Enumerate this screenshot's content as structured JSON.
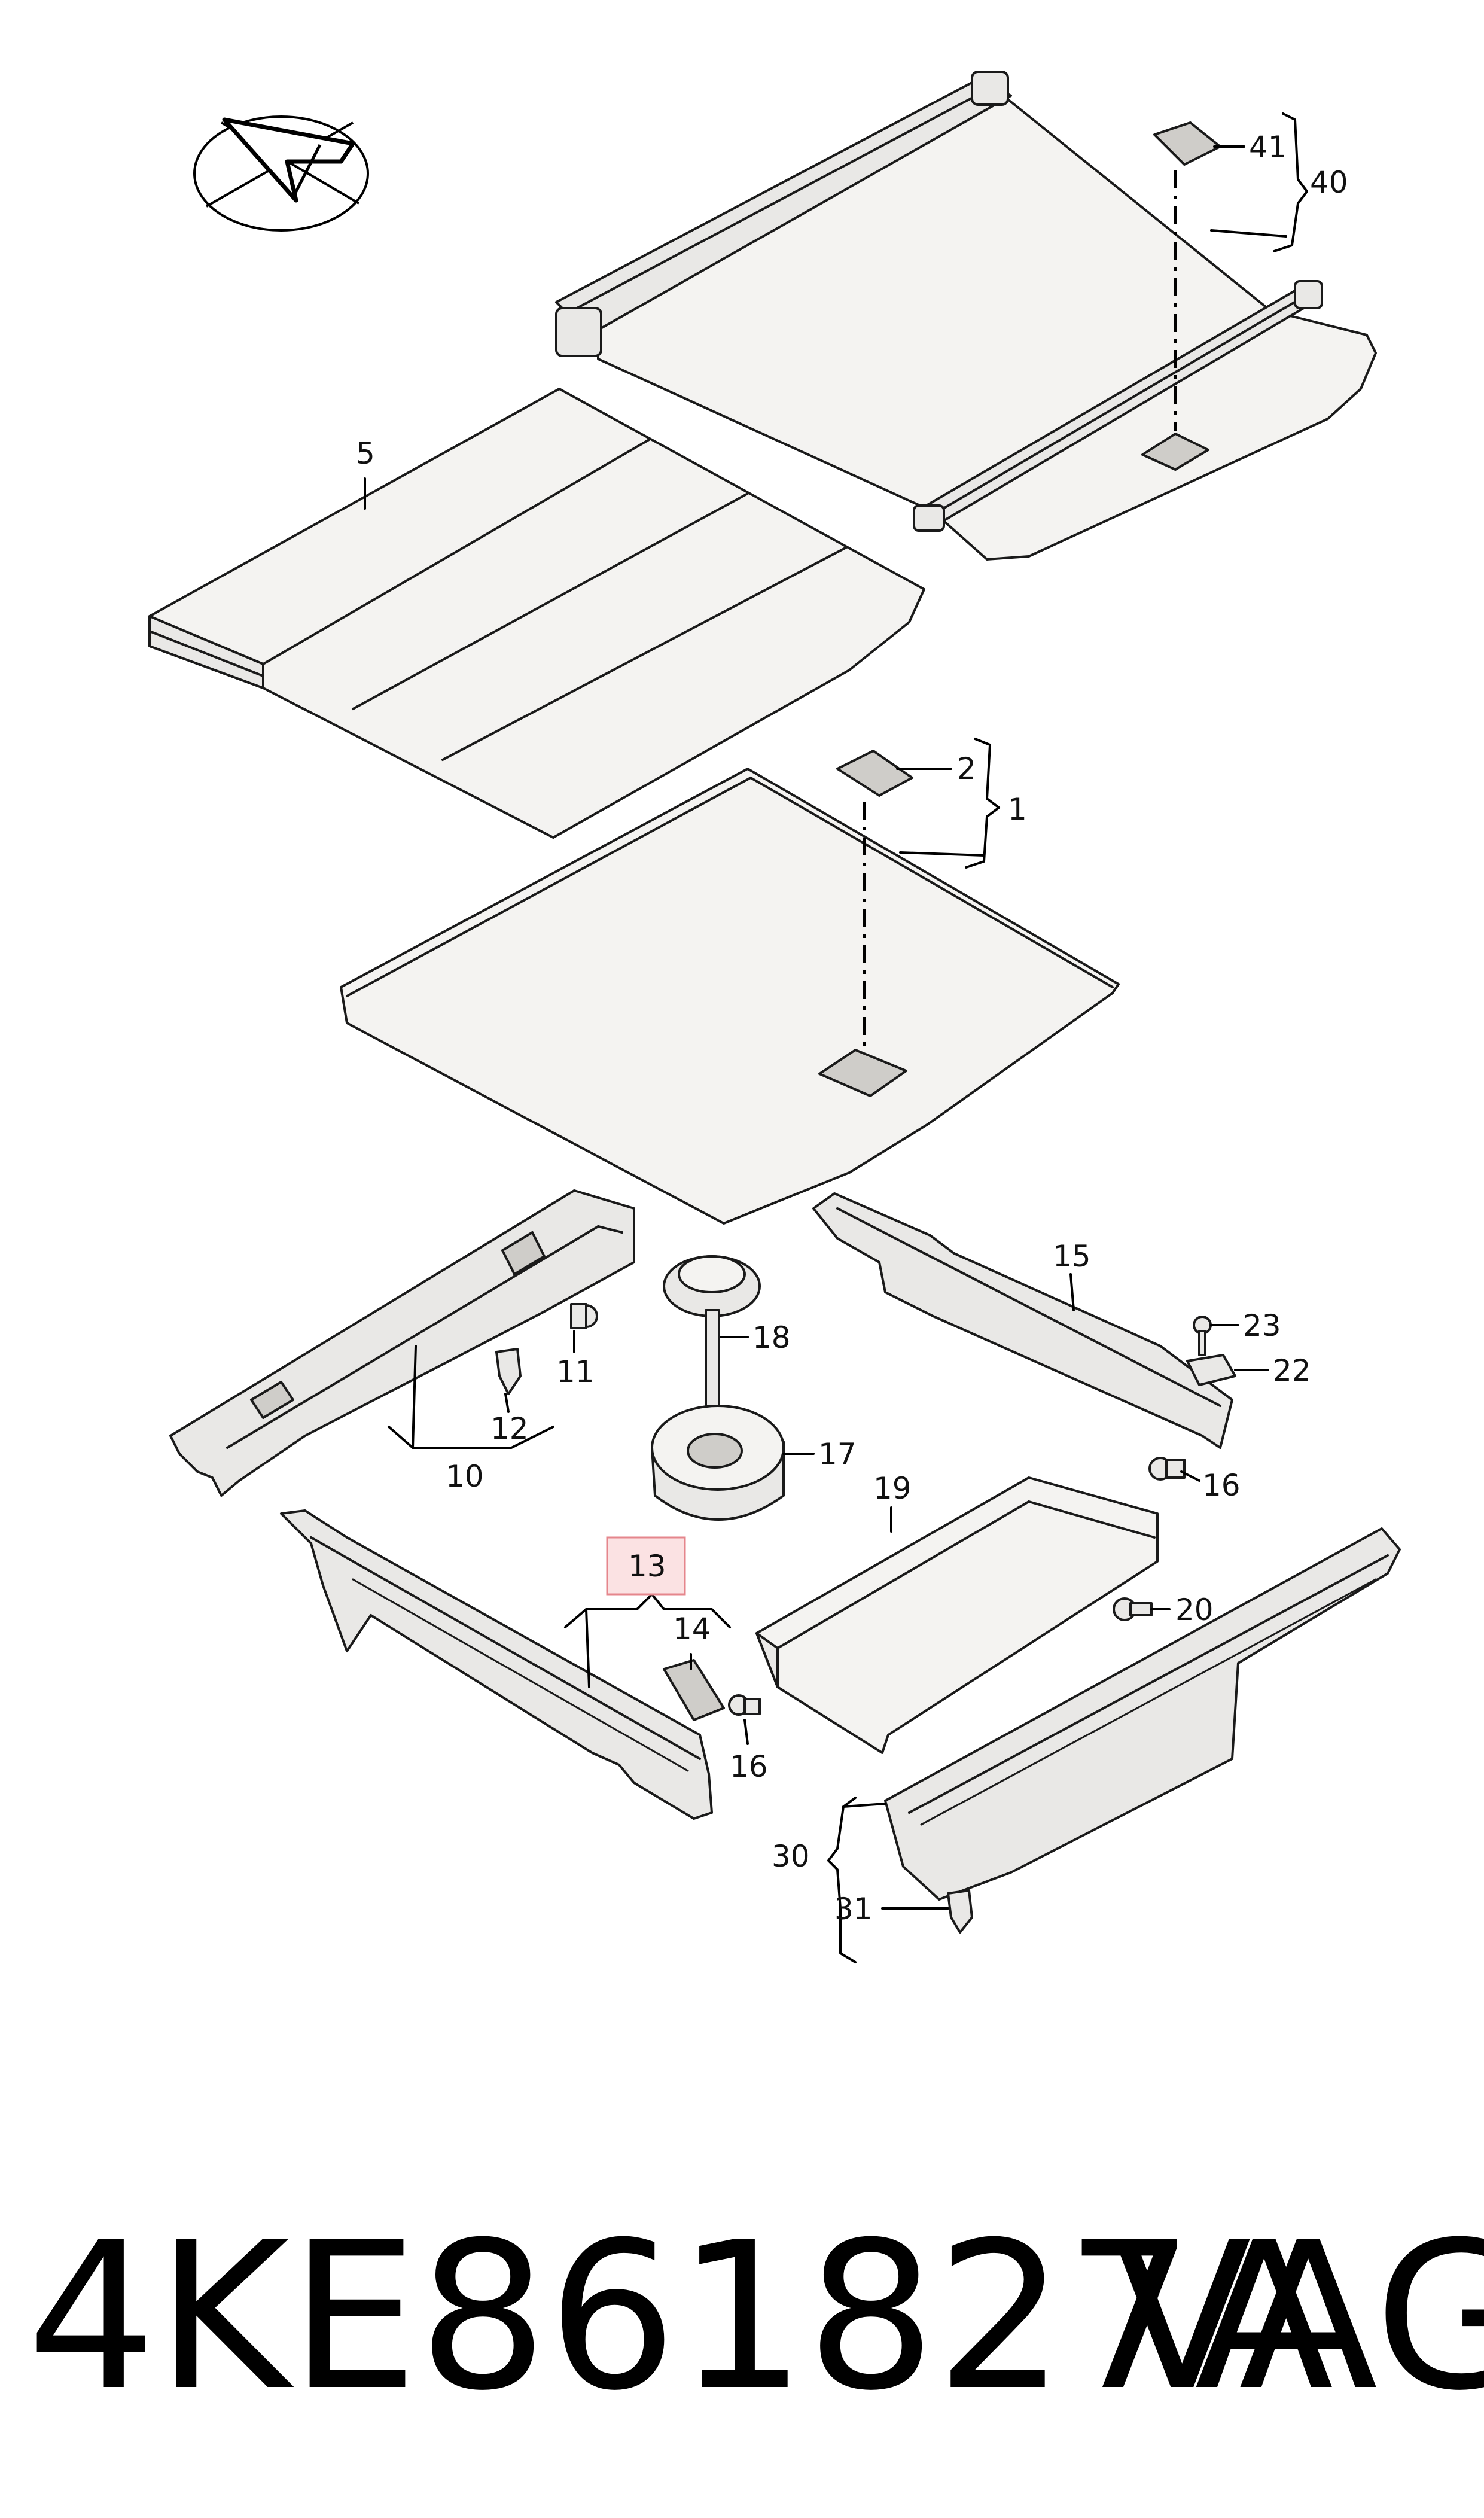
{
  "callouts": {
    "c1": "1",
    "c2": "2",
    "c5": "5",
    "c10": "10",
    "c11": "11",
    "c12": "12",
    "c13": "13",
    "c14": "14",
    "c15": "15",
    "c16a": "16",
    "c16b": "16",
    "c17": "17",
    "c18": "18",
    "c19": "19",
    "c20": "20",
    "c22": "22",
    "c23": "23",
    "c30": "30",
    "c31": "31",
    "c40": "40",
    "c41": "41"
  },
  "highlighted_callout": "13",
  "footer": {
    "part_number": "4KE861827A",
    "brand": "VAG"
  },
  "icons": {
    "orientation": "direction-arrow-icon"
  }
}
